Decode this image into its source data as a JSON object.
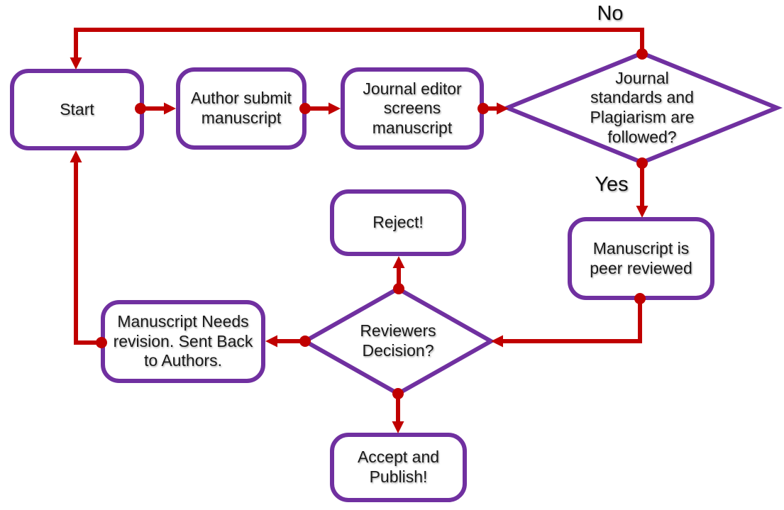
{
  "palette": {
    "node_border": "#7030A0",
    "node_fill": "#ffffff",
    "connector": "#C00000",
    "text": "#1a1a1a",
    "background": "#ffffff"
  },
  "nodes": {
    "start": {
      "label": "Start",
      "type": "process"
    },
    "author_submit": {
      "label": "Author submit manuscript",
      "type": "process"
    },
    "editor_screens": {
      "label": "Journal editor screens manuscript",
      "type": "process"
    },
    "standards_check": {
      "label": "Journal standards and Plagiarism are followed?",
      "type": "decision"
    },
    "reject": {
      "label": "Reject!",
      "type": "process"
    },
    "peer_review": {
      "label": "Manuscript is peer reviewed",
      "type": "process"
    },
    "reviewers_decision": {
      "label": "Reviewers Decision?",
      "type": "decision"
    },
    "needs_revision": {
      "label": "Manuscript Needs revision. Sent Back to Authors.",
      "type": "process"
    },
    "accept_publish": {
      "label": "Accept and Publish!",
      "type": "process"
    }
  },
  "edge_labels": {
    "no": "No",
    "yes": "Yes"
  }
}
